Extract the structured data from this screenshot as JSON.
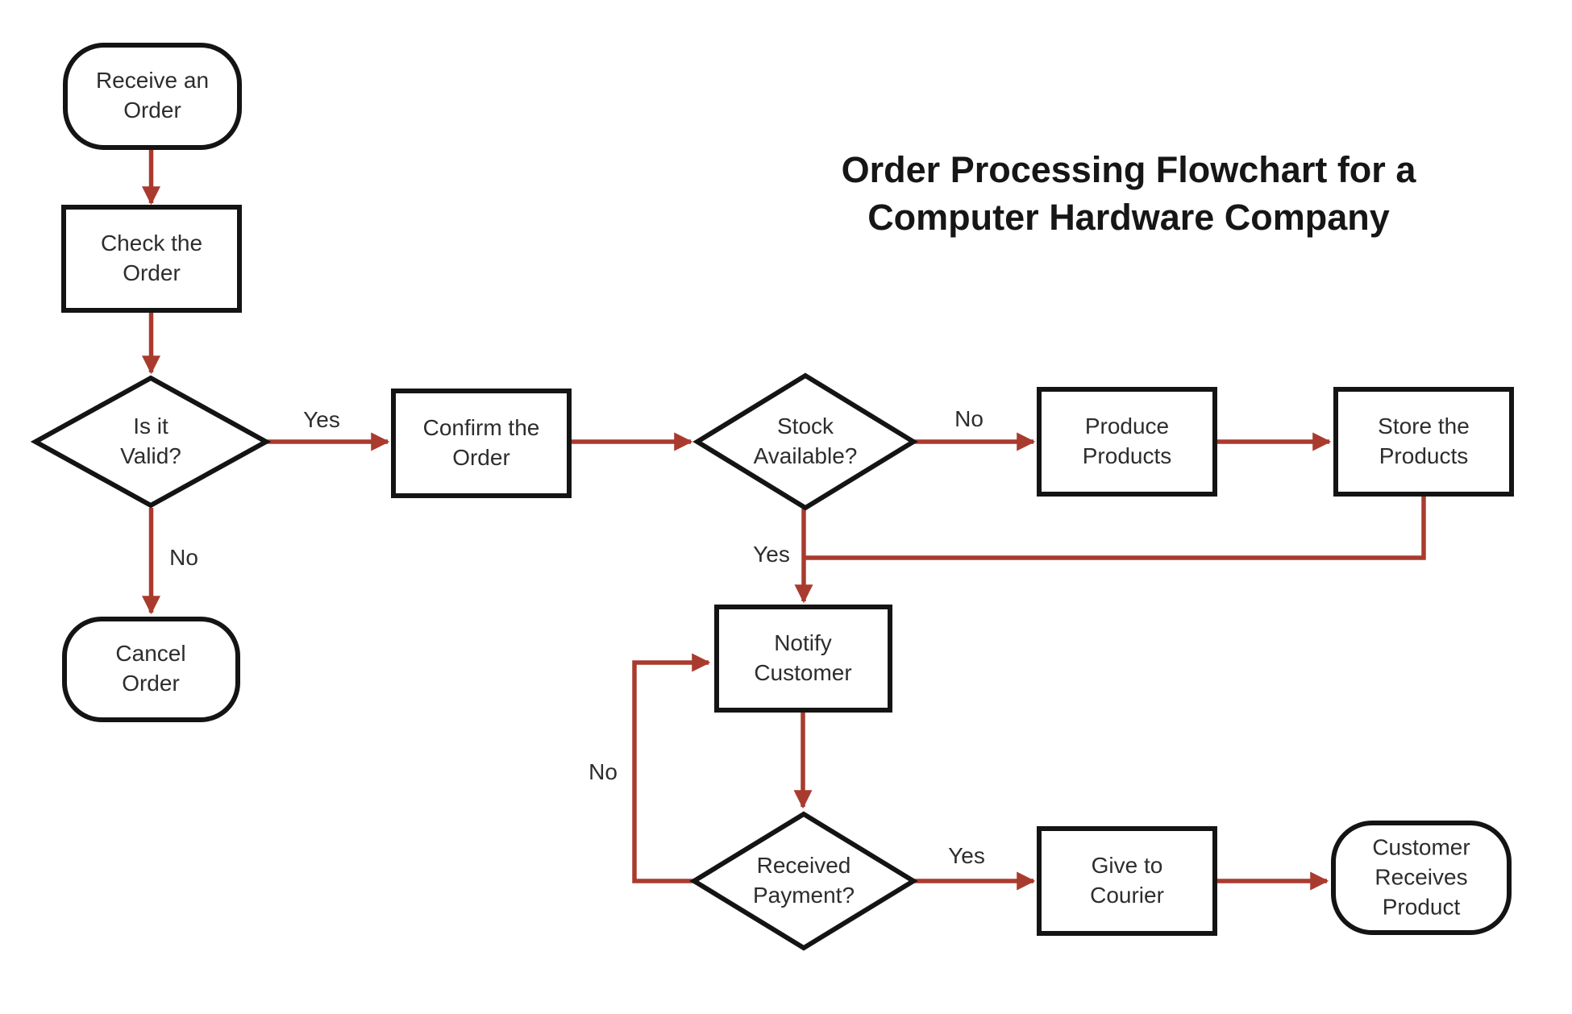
{
  "title": {
    "line1": "Order Processing Flowchart for a",
    "line2": "Computer Hardware Company"
  },
  "colors": {
    "arrow": "#A93B2E",
    "shape_border": "#141414",
    "shape_fill": "#FFFFFF",
    "text": "#2D2D2D"
  },
  "nodes": {
    "start": {
      "shape": "terminator",
      "label": "Receive an Order"
    },
    "check": {
      "shape": "process",
      "label": "Check the Order"
    },
    "valid": {
      "shape": "decision",
      "label": "Is it Valid?"
    },
    "cancel": {
      "shape": "terminator",
      "label": "Cancel Order"
    },
    "confirm": {
      "shape": "process",
      "label": "Confirm the Order"
    },
    "stock": {
      "shape": "decision",
      "label": "Stock Available?"
    },
    "produce": {
      "shape": "process",
      "label": "Produce Products"
    },
    "store": {
      "shape": "process",
      "label": "Store the Products"
    },
    "notify": {
      "shape": "process",
      "label": "Notify Customer"
    },
    "payment": {
      "shape": "decision",
      "label": "Received Payment?"
    },
    "courier": {
      "shape": "process",
      "label": "Give to Courier"
    },
    "customer": {
      "shape": "terminator",
      "label": "Customer Receives Product"
    }
  },
  "edges": {
    "start_check": {
      "from": "start",
      "to": "check",
      "label": ""
    },
    "check_valid": {
      "from": "check",
      "to": "valid",
      "label": ""
    },
    "valid_yes": {
      "from": "valid",
      "to": "confirm",
      "label": "Yes"
    },
    "valid_no": {
      "from": "valid",
      "to": "cancel",
      "label": "No"
    },
    "confirm_stock": {
      "from": "confirm",
      "to": "stock",
      "label": ""
    },
    "stock_no": {
      "from": "stock",
      "to": "produce",
      "label": "No"
    },
    "produce_store": {
      "from": "produce",
      "to": "store",
      "label": ""
    },
    "store_merge": {
      "from": "store",
      "to": "notify",
      "label": ""
    },
    "stock_yes": {
      "from": "stock",
      "to": "notify",
      "label": "Yes"
    },
    "notify_payment": {
      "from": "notify",
      "to": "payment",
      "label": ""
    },
    "payment_no": {
      "from": "payment",
      "to": "notify",
      "label": "No"
    },
    "payment_yes": {
      "from": "payment",
      "to": "courier",
      "label": "Yes"
    },
    "courier_customer": {
      "from": "courier",
      "to": "customer",
      "label": ""
    }
  }
}
